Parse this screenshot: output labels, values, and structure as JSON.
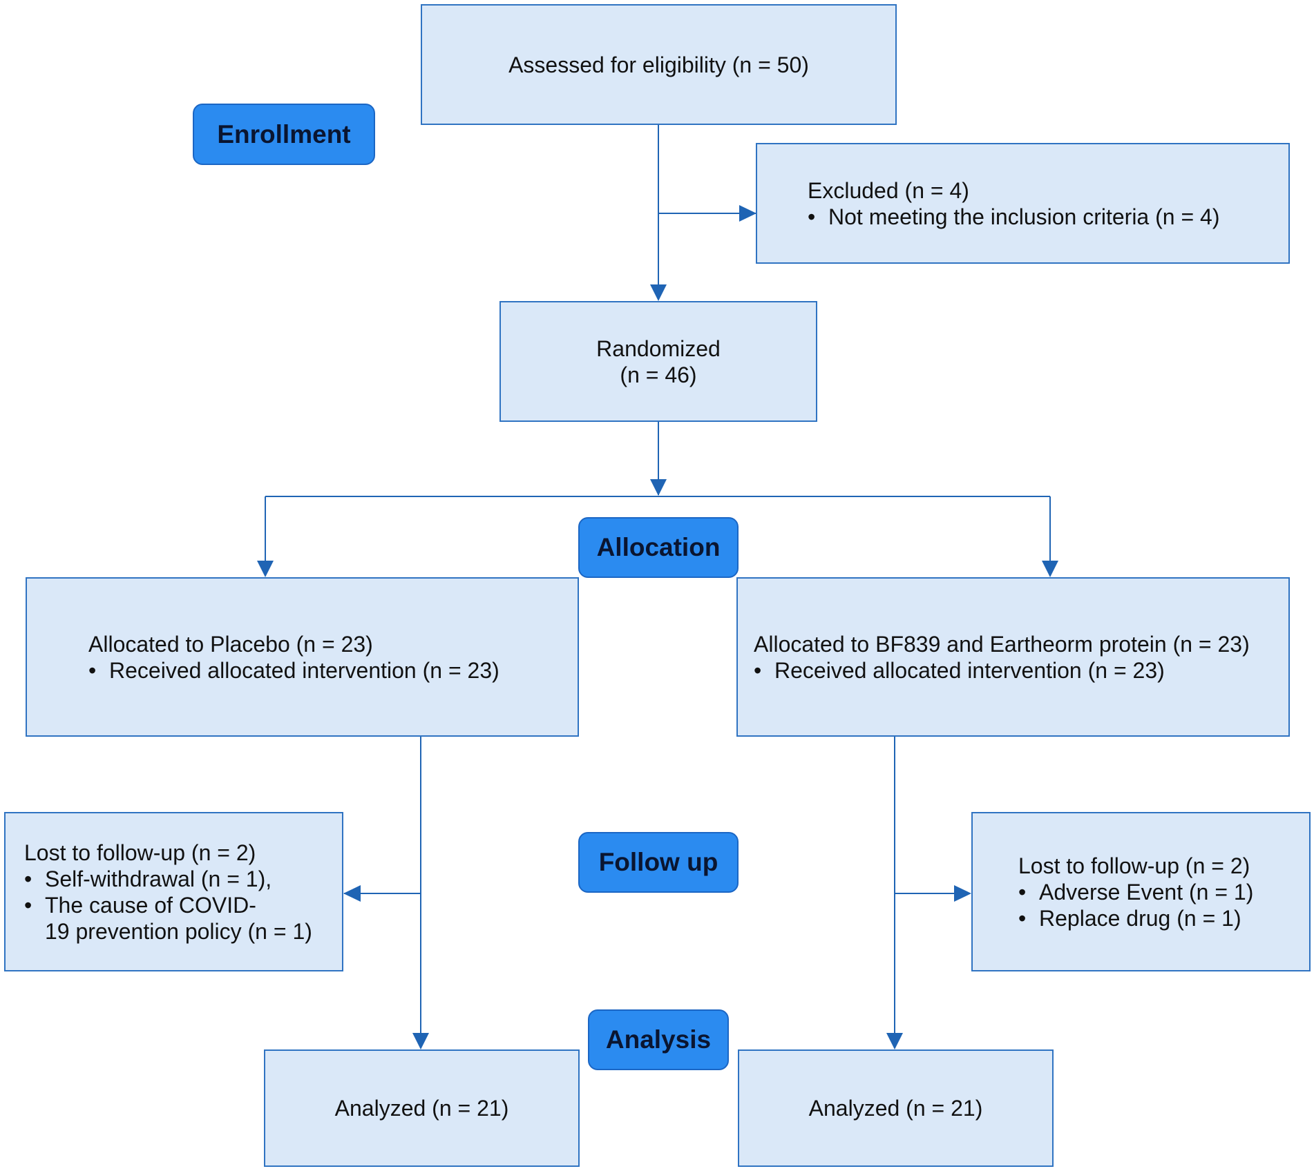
{
  "colors": {
    "box_fill": "#dae8f8",
    "box_border": "#2f73c2",
    "stage_fill": "#2b8bf0",
    "arrow": "#1f64b4"
  },
  "stages": {
    "enrollment": "Enrollment",
    "allocation": "Allocation",
    "follow_up": "Follow up",
    "analysis": "Analysis"
  },
  "boxes": {
    "assessed": {
      "text": "Assessed for eligibility (n = 50)"
    },
    "excluded": {
      "title": "Excluded (n = 4)",
      "bullets": [
        "Not meeting the inclusion criteria (n = 4)"
      ]
    },
    "randomized": {
      "line1": "Randomized",
      "line2": "(n = 46)"
    },
    "placebo": {
      "title": "Allocated to Placebo (n = 23)",
      "bullets": [
        "Received allocated intervention (n = 23)"
      ]
    },
    "treatment": {
      "title": "Allocated to BF839 and Eartheorm protein (n = 23)",
      "bullets": [
        "Received allocated intervention (n = 23)"
      ]
    },
    "lost_placebo": {
      "title": "Lost to follow-up (n = 2)",
      "bullets": [
        "Self-withdrawal (n = 1),",
        "The cause of COVID-\n19 prevention policy (n = 1)"
      ]
    },
    "lost_treatment": {
      "title": "Lost to follow-up (n = 2)",
      "bullets": [
        "Adverse Event (n = 1)",
        "Replace drug (n = 1)"
      ]
    },
    "analyzed_placebo": {
      "text": "Analyzed (n = 21)"
    },
    "analyzed_treatment": {
      "text": "Analyzed (n = 21)"
    }
  },
  "bullet_glyph": "•"
}
